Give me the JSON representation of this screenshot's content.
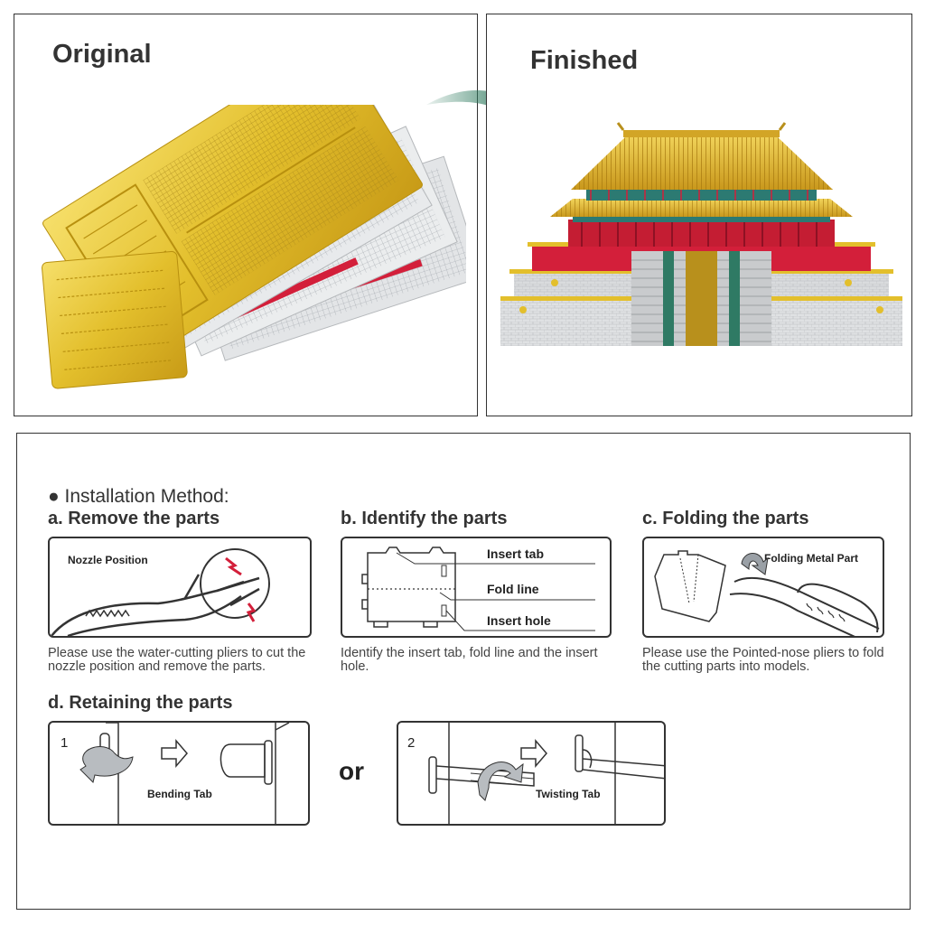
{
  "panels": {
    "original_title": "Original",
    "finished_title": "Finished"
  },
  "method": {
    "heading": "● Installation Method:",
    "steps": {
      "a": {
        "title": "a. Remove the parts",
        "label": "Nozzle Position",
        "description": "Please use the water-cutting pliers to cut the nozzle position and remove the parts."
      },
      "b": {
        "title": "b. Identify the parts",
        "labels": [
          "Insert tab",
          "Fold line",
          "Insert hole"
        ],
        "description": "Identify the insert tab, fold line and the insert hole."
      },
      "c": {
        "title": "c. Folding the parts",
        "label": "Folding Metal Part",
        "description": "Please use the Pointed-nose pliers to fold the cutting parts into models."
      },
      "d": {
        "title": "d. Retaining the parts",
        "option1_number": "1",
        "option1_label": "Bending Tab",
        "or_text": "or",
        "option2_number": "2",
        "option2_label": "Twisting Tab"
      }
    }
  },
  "colors": {
    "gold": "#e3bf2c",
    "red": "#d31f3a",
    "arrow_green": "#2e7a5e",
    "border": "#333333"
  }
}
